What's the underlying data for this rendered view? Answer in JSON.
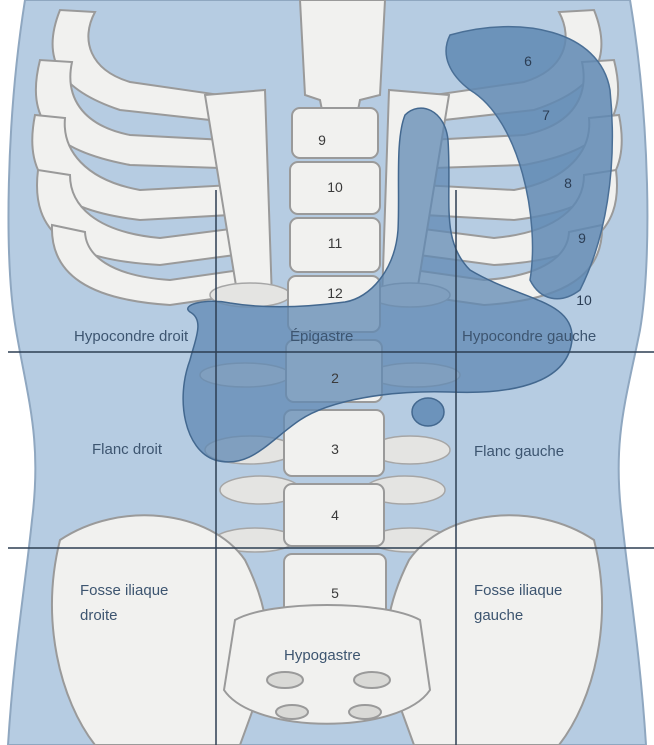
{
  "regions": {
    "hypocondre_droit": "Hypocondre droit",
    "epigastre": "Épigastre",
    "hypocondre_gauche": "Hypocondre gauche",
    "flanc_droit": "Flanc droit",
    "flanc_gauche": "Flanc gauche",
    "fosse_iliaque_droite_line1": "Fosse iliaque",
    "fosse_iliaque_droite_line2": "droite",
    "fosse_iliaque_gauche_line1": "Fosse iliaque",
    "fosse_iliaque_gauche_line2": "gauche",
    "hypogastre": "Hypogastre"
  },
  "vertebrae": [
    "9",
    "10",
    "11",
    "12",
    "2",
    "3",
    "4",
    "5"
  ],
  "ribs": [
    "6",
    "7",
    "8",
    "9",
    "10"
  ],
  "colors": {
    "skin": "#b6cce2",
    "bone": "#f1f1ef",
    "bone_outline": "#9a9a9a",
    "organ": "#5f88b3",
    "grid_line": "#2d3e52",
    "label": "#3d5570"
  }
}
